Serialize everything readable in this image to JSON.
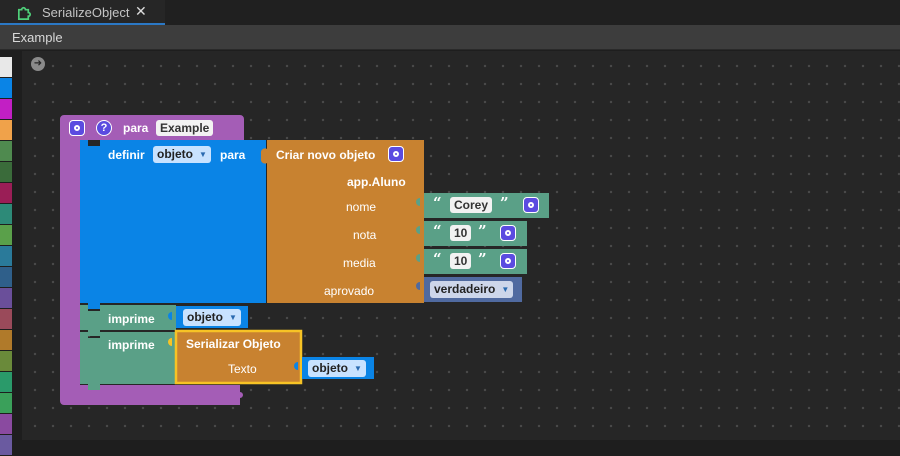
{
  "tab": {
    "title": "SerializeObject",
    "close": "✕",
    "icon": "puzzle-icon"
  },
  "breadcrumb": "Example",
  "categories": [
    "#e8e8e8",
    "#0a84e6",
    "#c21fc4",
    "#f0a24a",
    "#4f8a4f",
    "#3a6b3a",
    "#9a1e56",
    "#2d8a78",
    "#5aa04a",
    "#2a7a9a",
    "#2f5f8a",
    "#6a4f9a",
    "#9a4a5a",
    "#b07a2a",
    "#6a8a3a",
    "#2a9a6a",
    "#3aa05a",
    "#8a4aa0",
    "#6a5aa0"
  ],
  "colors": {
    "procedure": "#a45db6",
    "set": "#0a84e6",
    "object": "#c88230",
    "text": "#5aa087",
    "print": "#5aa087",
    "boolean": "#506aa0",
    "serialize": "#c88230"
  },
  "procedure": {
    "keyword": "para",
    "name": "Example"
  },
  "set": {
    "keyword": "definir",
    "variable": "objeto",
    "to": "para"
  },
  "create": {
    "title": "Criar novo objeto",
    "class": "app.Aluno",
    "fields": [
      {
        "name": "nome",
        "value": "Corey"
      },
      {
        "name": "nota",
        "value": "10"
      },
      {
        "name": "media",
        "value": "10"
      },
      {
        "name": "aprovado",
        "value": "verdadeiro"
      }
    ]
  },
  "print1": {
    "keyword": "imprime",
    "variable": "objeto"
  },
  "print2": {
    "keyword": "imprime"
  },
  "serialize": {
    "title": "Serializar Objeto",
    "input": "Texto",
    "variable": "objeto"
  }
}
